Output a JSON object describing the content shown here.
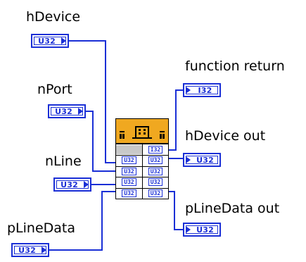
{
  "inputs": [
    {
      "label": "hDevice",
      "type": "U32"
    },
    {
      "label": "nPort",
      "type": "U32"
    },
    {
      "label": "nLine",
      "type": "U32"
    },
    {
      "label": "pLineData",
      "type": "U32"
    }
  ],
  "outputs": [
    {
      "label": "function return",
      "type": "I32"
    },
    {
      "label": "hDevice out",
      "type": "U32"
    },
    {
      "label": "pLineData out",
      "type": "U32"
    }
  ],
  "node": {
    "icon": "dll-call-icon",
    "left_rows": [
      "",
      "U32",
      "U32",
      "U32",
      "U32"
    ],
    "right_rows": [
      "I32",
      "U32",
      "U32",
      "U32",
      "U32"
    ]
  },
  "colors": {
    "wire": "#1a2fd6",
    "node_header": "#f0a820",
    "unused_cell": "#c8c8c8"
  }
}
